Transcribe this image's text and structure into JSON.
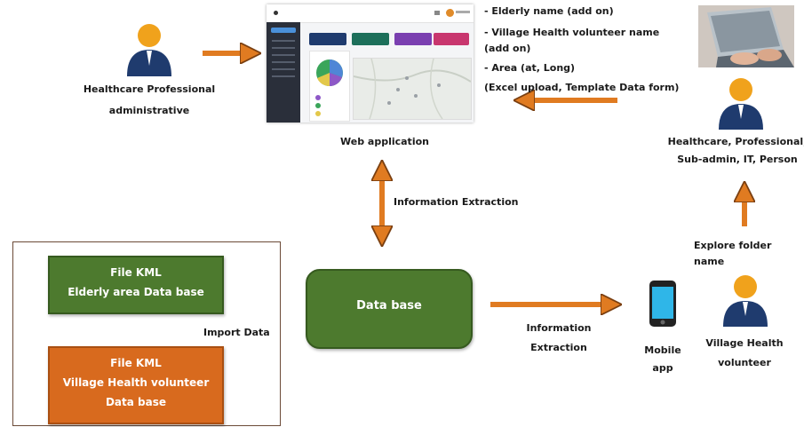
{
  "actors": {
    "admin": {
      "line1": "Healthcare Professional",
      "line2": "administrative"
    },
    "subadmin": {
      "line1": "Healthcare, Professional,",
      "line2": "Sub-admin, IT, Person"
    },
    "volunteer": {
      "line1": "Village Health",
      "line2": "volunteer"
    }
  },
  "web_app": {
    "label": "Web application"
  },
  "notes": {
    "line1": "- Elderly name (add on)",
    "line2": "- Village Health volunteer name (add on)",
    "line3": "- Area (at, Long)",
    "line4": "(Excel upload, Template Data form)"
  },
  "edges": {
    "info_extraction_vertical": "Information Extraction",
    "info_extraction_h1": "Information",
    "info_extraction_h2": "Extraction",
    "explore_folder": "Explore folder name",
    "import_data": "Import Data"
  },
  "database": {
    "label": "Data base"
  },
  "mobile": {
    "line1": "Mobile",
    "line2": "app"
  },
  "import_files": {
    "elderly": {
      "line1": "File KML",
      "line2": "Elderly area Data base"
    },
    "volunteer": {
      "line1": "File KML",
      "line2": "Village Health volunteer",
      "line3": "Data base"
    }
  },
  "colors": {
    "green_box": "#4d7a2e",
    "orange_box": "#d86a1e",
    "arrow_orange": "#e07b21",
    "person_head": "#f0a21c",
    "person_body": "#1f3b6e"
  }
}
